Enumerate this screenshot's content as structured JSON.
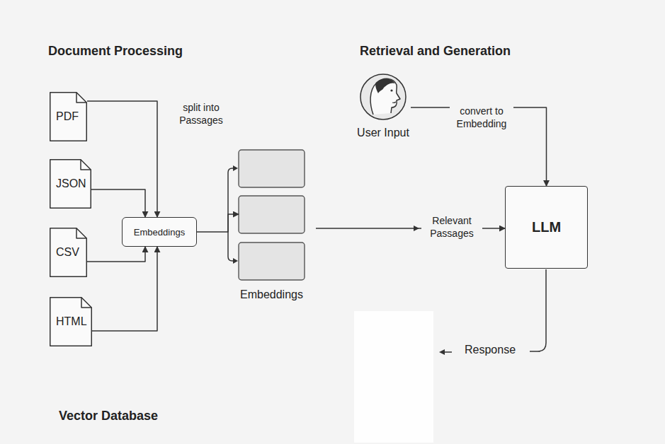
{
  "diagram": {
    "nodes": [
      {
        "text": [
          "PDF"
        ]
      },
      {
        "text": [
          "JSON"
        ]
      },
      {
        "text": [
          "CSV"
        ]
      },
      {
        "text": [
          "HTML"
        ]
      },
      {
        "text": [
          "Embeddings"
        ]
      },
      {
        "text": [
          "Embeddings"
        ]
      },
      {
        "text": [
          "User Input"
        ]
      },
      {
        "text": [
          "LLM"
        ]
      }
    ],
    "edges": [
      {
        "from": 0,
        "to": 4,
        "arrow": "to",
        "label": "split into Passages"
      },
      {
        "from": 1,
        "to": 4,
        "arrow": "to"
      },
      {
        "from": 2,
        "to": 4,
        "arrow": "to"
      },
      {
        "from": 3,
        "to": 4,
        "arrow": "to"
      },
      {
        "from": 4,
        "to": 5,
        "arrow": "to"
      },
      {
        "from": 5,
        "to": 7,
        "arrow": "to",
        "label": "Relevant Passages"
      },
      {
        "from": 6,
        "to": 7,
        "arrow": "to",
        "label": "convert to Embedding"
      }
    ],
    "labels": [
      "Document Processing",
      "Retrieval and Generation",
      "Vector Database",
      "Response"
    ]
  }
}
